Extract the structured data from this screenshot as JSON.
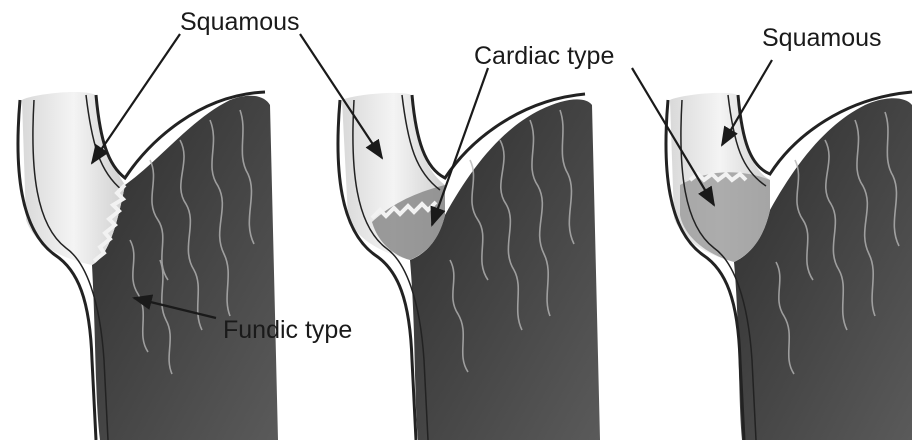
{
  "labels": {
    "squamous_left": "Squamous",
    "cardiac_type": "Cardiac type",
    "squamous_right": "Squamous",
    "fundic_type": "Fundic type"
  },
  "colors": {
    "background": "#ffffff",
    "esophagus_lumen": "#eeeeee",
    "cardiac_mucosa": "#8a8a8a",
    "fundic_mucosa": "#3c3c3c",
    "wall_outline": "#222222",
    "arrow": "#1a1a1a"
  }
}
